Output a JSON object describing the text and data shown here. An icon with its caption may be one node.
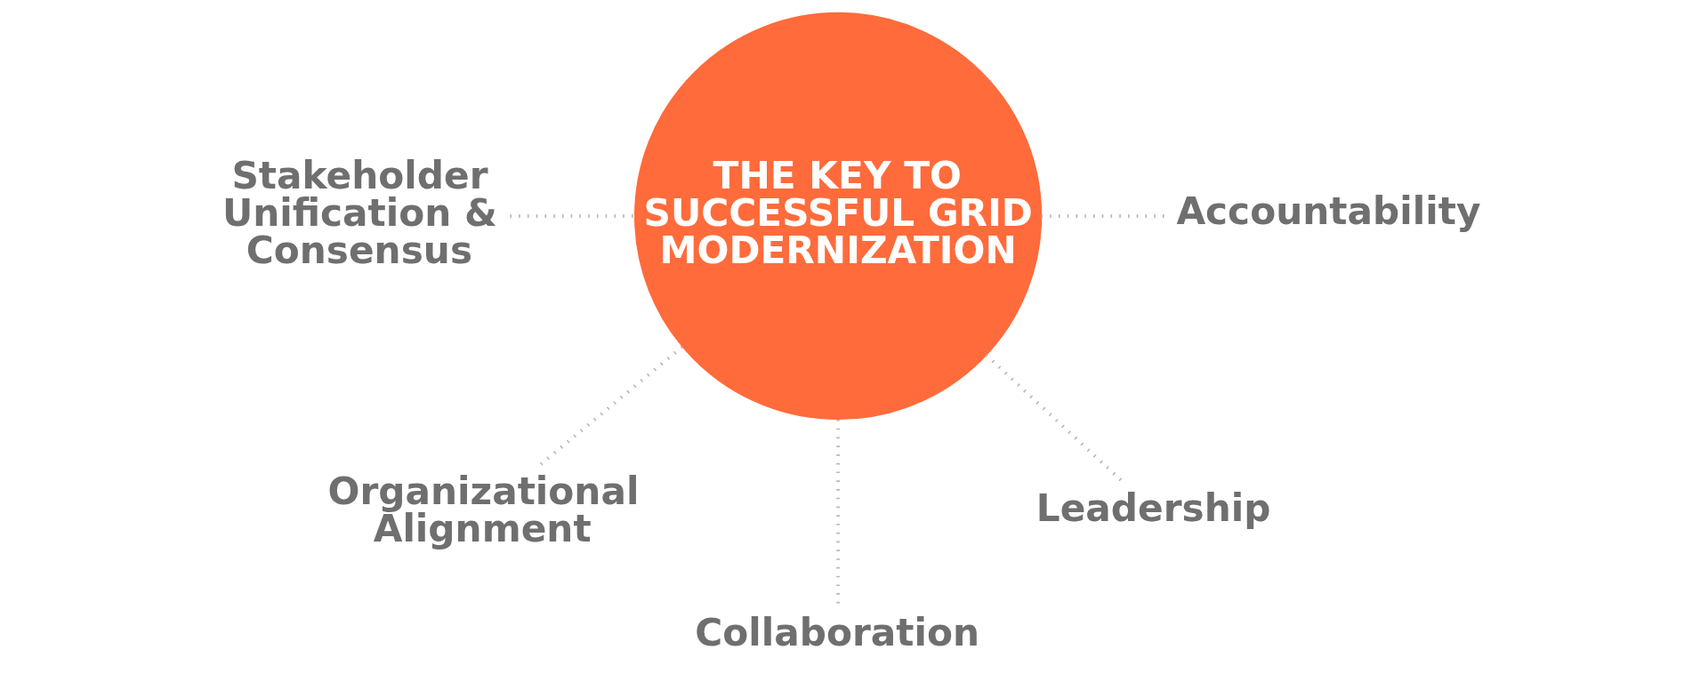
{
  "diagram": {
    "nodes": [
      {
        "text": [
          "THE KEY TO SUCCESSFUL GRID MODERNIZATION"
        ]
      },
      {
        "text": [
          "Stakeholder Unification & Consensus"
        ]
      },
      {
        "text": [
          "Accountability"
        ]
      },
      {
        "text": [
          "Organizational Alignment"
        ]
      },
      {
        "text": [
          "Leadership"
        ]
      },
      {
        "text": [
          "Collaboration"
        ]
      }
    ],
    "edges": [
      {
        "from": 1,
        "to": 0,
        "arrow": "none",
        "style": "dashed"
      },
      {
        "from": 0,
        "to": 2,
        "arrow": "none",
        "style": "dashed"
      },
      {
        "from": 0,
        "to": 3,
        "arrow": "none",
        "style": "dashed"
      },
      {
        "from": 0,
        "to": 5,
        "arrow": "none",
        "style": "dashed"
      },
      {
        "from": 0,
        "to": 4,
        "arrow": "none",
        "style": "dashed"
      }
    ]
  }
}
